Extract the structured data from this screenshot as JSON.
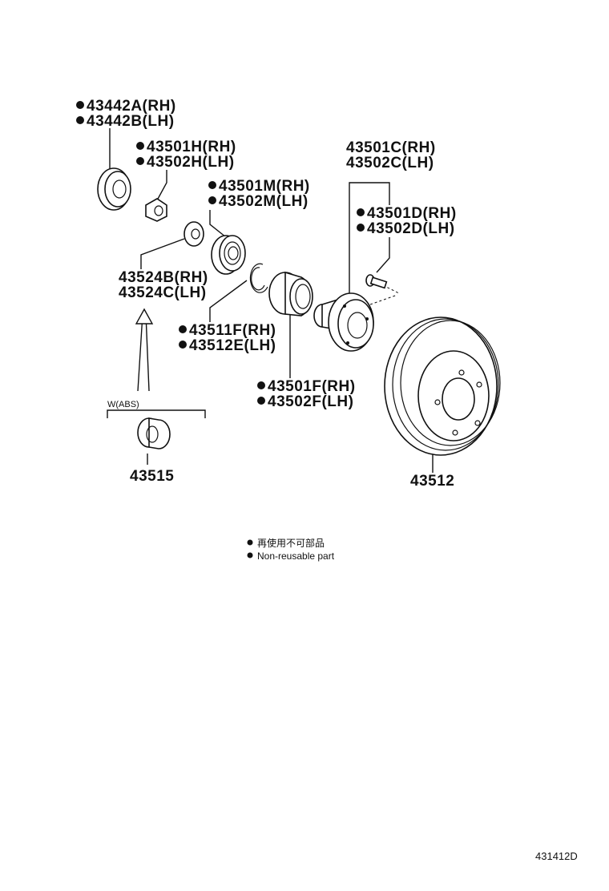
{
  "labels": {
    "hub_seal_rh": "43442A(RH)",
    "hub_seal_lh": "43442B(LH)",
    "hub_nut_rh": "43501H(RH)",
    "hub_nut_lh": "43502H(LH)",
    "outer_bearing_rh": "43501M(RH)",
    "outer_bearing_lh": "43502M(LH)",
    "hub_rh": "43501C(RH)",
    "hub_lh": "43502C(LH)",
    "hub_bolt_rh": "43501D(RH)",
    "hub_bolt_lh": "43502D(LH)",
    "washer_rh": "43524B(RH)",
    "washer_lh": "43524C(LH)",
    "snap_ring_rh": "43511F(RH)",
    "snap_ring_lh": "43512E(LH)",
    "inner_bearing_rh": "43501F(RH)",
    "inner_bearing_lh": "43502F(LH)",
    "abs_group": "W(ABS)",
    "abs_rotor": "43515",
    "disc": "43512"
  },
  "legend": {
    "line_jp": "再使用不可部品",
    "line_en": "Non-reusable part"
  },
  "diagram_ref": "431412D"
}
